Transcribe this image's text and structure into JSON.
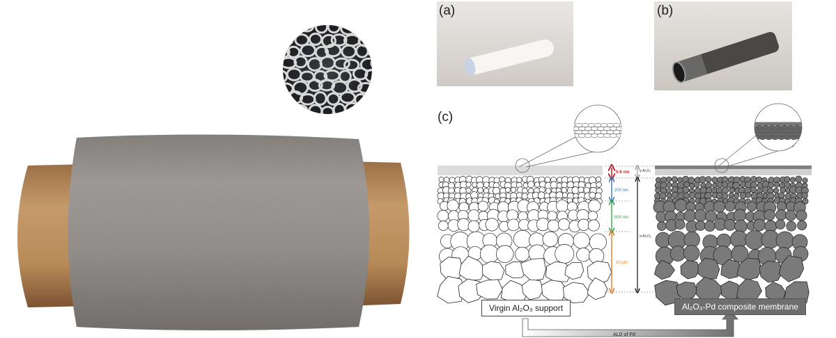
{
  "panels": {
    "a": "(a)",
    "b": "(b)",
    "c": "(c)"
  },
  "scale": {
    "gamma_thickness": "5-8 nm",
    "layer2": "200 nm",
    "layer3": "800 nm",
    "layer4": "10 μm",
    "gamma_label": "γ-Al₂O₃",
    "alpha_label": "α-Al₂O₃"
  },
  "boxes": {
    "virgin": "Virgin Al₂O₃ support",
    "composite": "Al₂O₃-Pd composite membrane"
  },
  "arrow_label": "ALD of Pd",
  "colors": {
    "tan": "#b98a5a",
    "foam": "#8f8a86",
    "particle_fill": "#777777",
    "red": "#c0282d",
    "blue": "#3a77b8",
    "green": "#3aa54a",
    "orange": "#e07b24"
  }
}
